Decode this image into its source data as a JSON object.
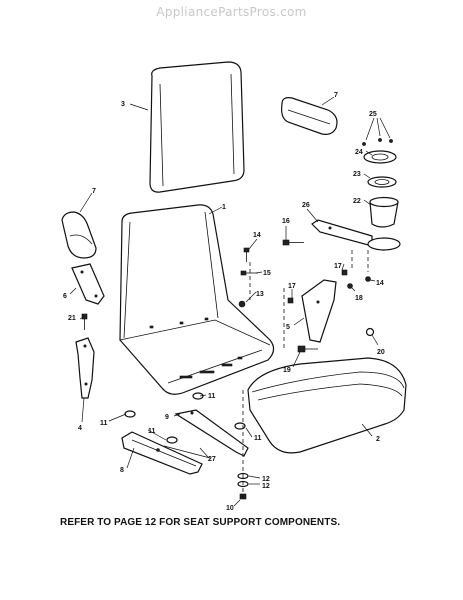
{
  "watermark": "AppliancePartsPros.com",
  "note": "REFER TO PAGE 12 FOR SEAT SUPPORT COMPONENTS.",
  "callouts": {
    "c1": "1",
    "c2": "2",
    "c3": "3",
    "c4": "4",
    "c5": "5",
    "c6": "6",
    "c7a": "7",
    "c7b": "7",
    "c8": "8",
    "c9": "9",
    "c10": "10",
    "c11a": "11",
    "c11b": "11",
    "c11c": "11",
    "c11d": "11",
    "c12a": "12",
    "c12b": "12",
    "c13": "13",
    "c14a": "14",
    "c14b": "14",
    "c15": "15",
    "c16": "16",
    "c17a": "17",
    "c17b": "17",
    "c18": "18",
    "c19": "19",
    "c20": "20",
    "c21": "21",
    "c22": "22",
    "c23": "23",
    "c24": "24",
    "c25": "25",
    "c26": "26",
    "c27": "27"
  }
}
